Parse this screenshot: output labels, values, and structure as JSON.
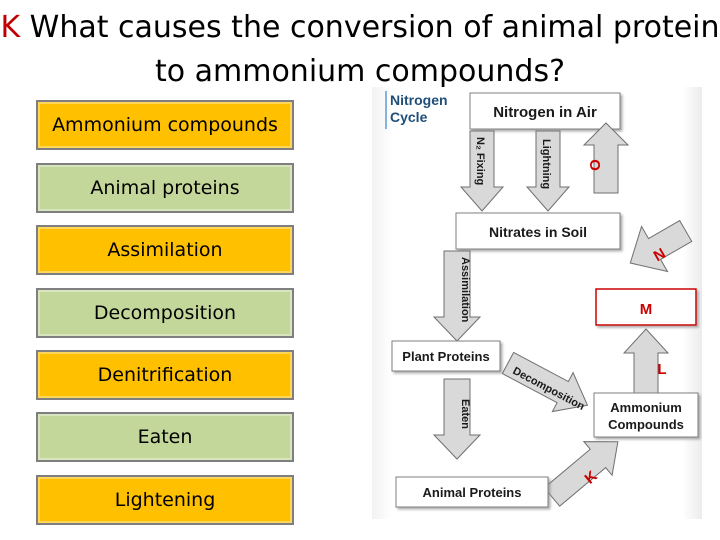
{
  "question": {
    "letter": "K",
    "text": " What causes the conversion of animal protein to ammonium compounds?"
  },
  "options": [
    {
      "label": "Ammonium compounds",
      "color": "#ffc000"
    },
    {
      "label": "Animal proteins",
      "color": "#c4d79b"
    },
    {
      "label": "Assimilation",
      "color": "#ffc000"
    },
    {
      "label": "Decomposition",
      "color": "#c4d79b"
    },
    {
      "label": "Denitrification",
      "color": "#ffc000"
    },
    {
      "label": "Eaten",
      "color": "#c4d79b"
    },
    {
      "label": "Lightening",
      "color": "#ffc000"
    }
  ],
  "diagram": {
    "heading_line1": "Nitrogen",
    "heading_line2": "Cycle",
    "boxes": {
      "nitrogen_in_air": "Nitrogen in Air",
      "nitrates_in_soil": "Nitrates in Soil",
      "m": "M",
      "plant_proteins": "Plant Proteins",
      "ammonium_line1": "Ammonium",
      "ammonium_line2": "Compounds",
      "animal_proteins": "Animal Proteins"
    },
    "arrows": {
      "n2_fixing": "N₂ Fixing",
      "lightning": "Lightning",
      "assimilation": "Assimilation",
      "decomposition": "Decomposition",
      "eaten": "Eaten"
    },
    "letters": {
      "o": "O",
      "n": "N",
      "l": "L",
      "k": "K"
    },
    "accent_red": "#cc0000",
    "arrow_fill": "#d9d9d9",
    "heading_color": "#1f4e79"
  }
}
